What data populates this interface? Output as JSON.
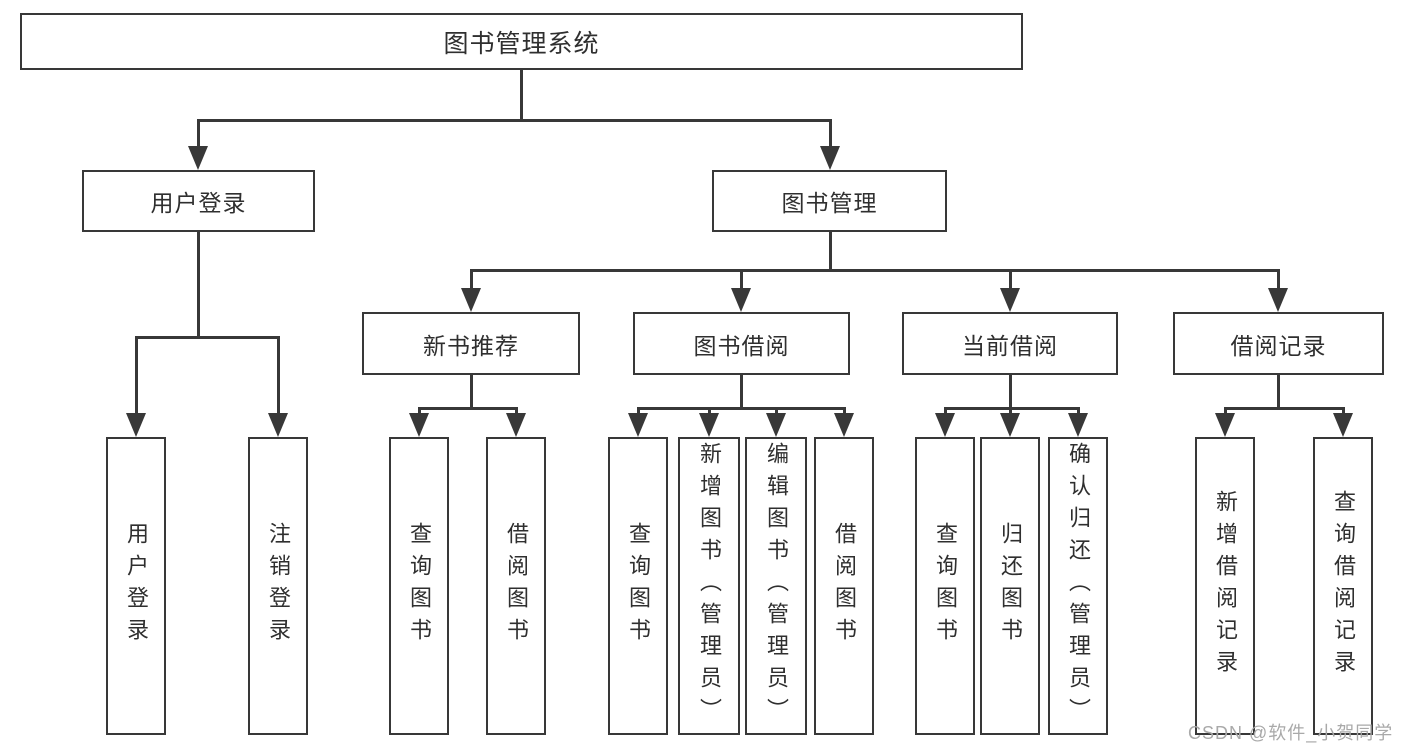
{
  "diagram_title": "图书管理系统",
  "watermark": "CSDN @软件_小贺同学",
  "colors": {
    "line": "#383838",
    "text": "#2f2f2f",
    "background": "#ffffff",
    "watermark": "#a9a9a9"
  },
  "tree": {
    "label": "图书管理系统",
    "children": [
      {
        "label": "用户登录",
        "children": [
          {
            "label": "用户登录"
          },
          {
            "label": "注销登录"
          }
        ]
      },
      {
        "label": "图书管理",
        "children": [
          {
            "label": "新书推荐",
            "children": [
              {
                "label": "查询图书"
              },
              {
                "label": "借阅图书"
              }
            ]
          },
          {
            "label": "图书借阅",
            "children": [
              {
                "label": "查询图书"
              },
              {
                "label": "新增图书（管理员）"
              },
              {
                "label": "编辑图书（管理员）"
              },
              {
                "label": "借阅图书"
              }
            ]
          },
          {
            "label": "当前借阅",
            "children": [
              {
                "label": "查询图书"
              },
              {
                "label": "归还图书"
              },
              {
                "label": "确认归还（管理员）"
              }
            ]
          },
          {
            "label": "借阅记录",
            "children": [
              {
                "label": "新增借阅记录"
              },
              {
                "label": "查询借阅记录"
              }
            ]
          }
        ]
      }
    ]
  }
}
